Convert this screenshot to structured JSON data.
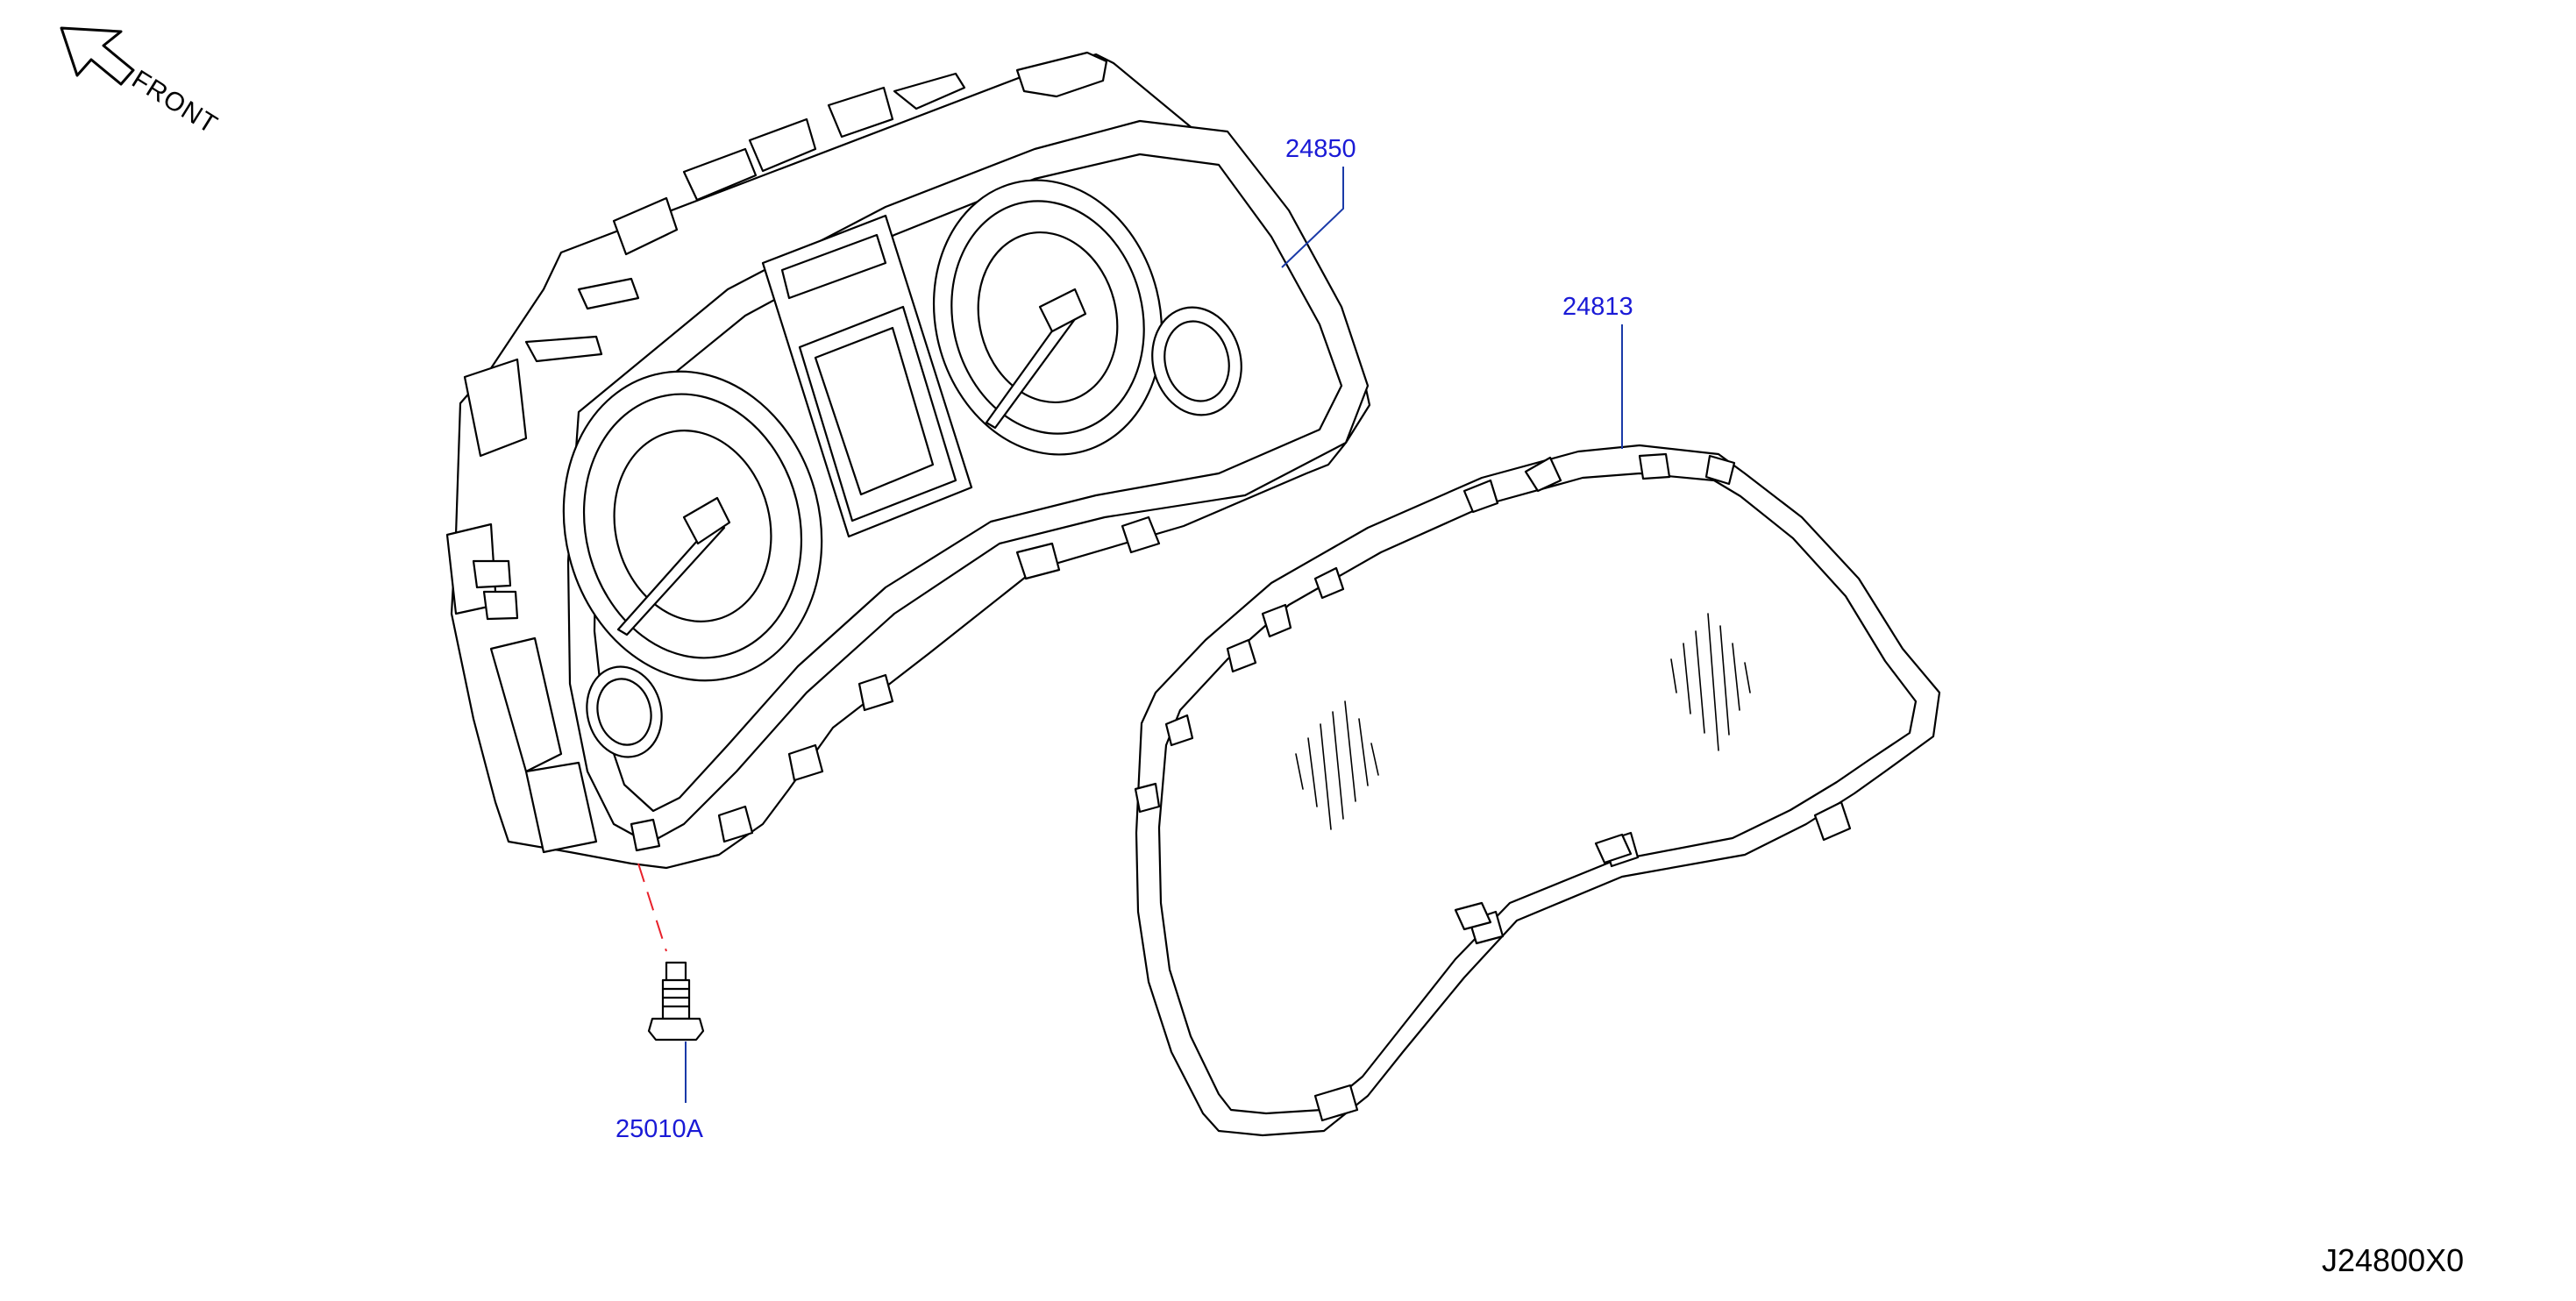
{
  "diagram": {
    "front_label": "FRONT",
    "drawing_code": "J24800X0",
    "callout_color": "#1a1ad6",
    "leader_color": "#1a3aa8",
    "hidden_line_color": "#e8202a",
    "parts": [
      {
        "part_no": "24850",
        "name": "combination-meter"
      },
      {
        "part_no": "24813",
        "name": "meter-cover-lens"
      },
      {
        "part_no": "25010A",
        "name": "screw"
      }
    ]
  }
}
